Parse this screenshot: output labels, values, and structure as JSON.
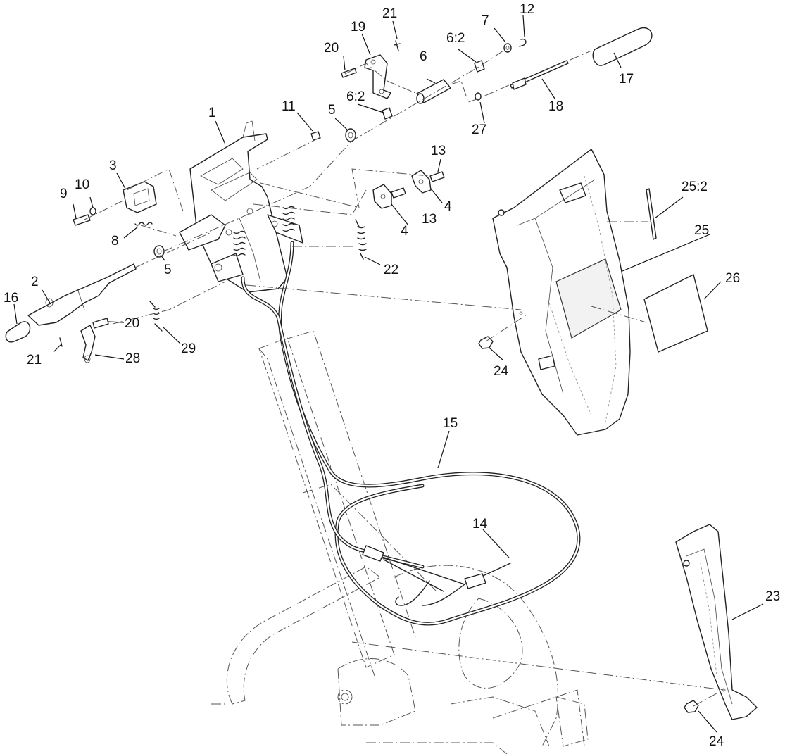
{
  "diagram": {
    "callouts": [
      {
        "id": "c1",
        "text": "1"
      },
      {
        "id": "c2",
        "text": "2"
      },
      {
        "id": "c3",
        "text": "3"
      },
      {
        "id": "c4a",
        "text": "4"
      },
      {
        "id": "c4b",
        "text": "4"
      },
      {
        "id": "c5a",
        "text": "5"
      },
      {
        "id": "c5b",
        "text": "5"
      },
      {
        "id": "c6",
        "text": "6"
      },
      {
        "id": "c62a",
        "text": "6:2"
      },
      {
        "id": "c62b",
        "text": "6:2"
      },
      {
        "id": "c7",
        "text": "7"
      },
      {
        "id": "c8",
        "text": "8"
      },
      {
        "id": "c9",
        "text": "9"
      },
      {
        "id": "c10",
        "text": "10"
      },
      {
        "id": "c11",
        "text": "11"
      },
      {
        "id": "c12",
        "text": "12"
      },
      {
        "id": "c13a",
        "text": "13"
      },
      {
        "id": "c13b",
        "text": "13"
      },
      {
        "id": "c14",
        "text": "14"
      },
      {
        "id": "c15",
        "text": "15"
      },
      {
        "id": "c16",
        "text": "16"
      },
      {
        "id": "c17",
        "text": "17"
      },
      {
        "id": "c18",
        "text": "18"
      },
      {
        "id": "c19",
        "text": "19"
      },
      {
        "id": "c20a",
        "text": "20"
      },
      {
        "id": "c20b",
        "text": "20"
      },
      {
        "id": "c21a",
        "text": "21"
      },
      {
        "id": "c21b",
        "text": "21"
      },
      {
        "id": "c22",
        "text": "22"
      },
      {
        "id": "c23",
        "text": "23"
      },
      {
        "id": "c24a",
        "text": "24"
      },
      {
        "id": "c24b",
        "text": "24"
      },
      {
        "id": "c25",
        "text": "25"
      },
      {
        "id": "c252",
        "text": "25:2"
      },
      {
        "id": "c26",
        "text": "26"
      },
      {
        "id": "c27",
        "text": "27"
      },
      {
        "id": "c28",
        "text": "28"
      },
      {
        "id": "c29",
        "text": "29"
      }
    ]
  }
}
